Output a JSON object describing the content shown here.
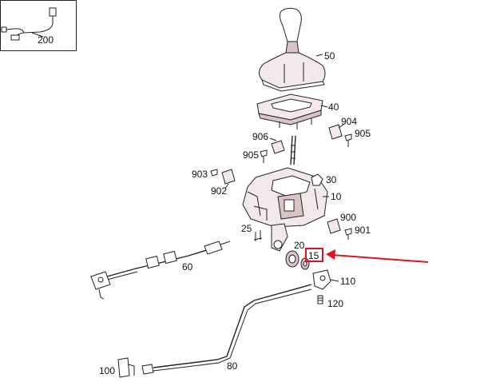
{
  "parts": {
    "p200": "200",
    "p50": "50",
    "p40": "40",
    "p904": "904",
    "p905a": "905",
    "p906": "906",
    "p905b": "905",
    "p903": "903",
    "p902": "902",
    "p30": "30",
    "p10": "10",
    "p900": "900",
    "p901": "901",
    "p25": "25",
    "p20": "20",
    "p15": "15",
    "p60": "60",
    "p110": "110",
    "p120": "120",
    "p80": "80",
    "p100": "100"
  },
  "colors": {
    "highlight": "#e0141e",
    "part_tint": "#f4e9ea",
    "line": "#222222"
  }
}
